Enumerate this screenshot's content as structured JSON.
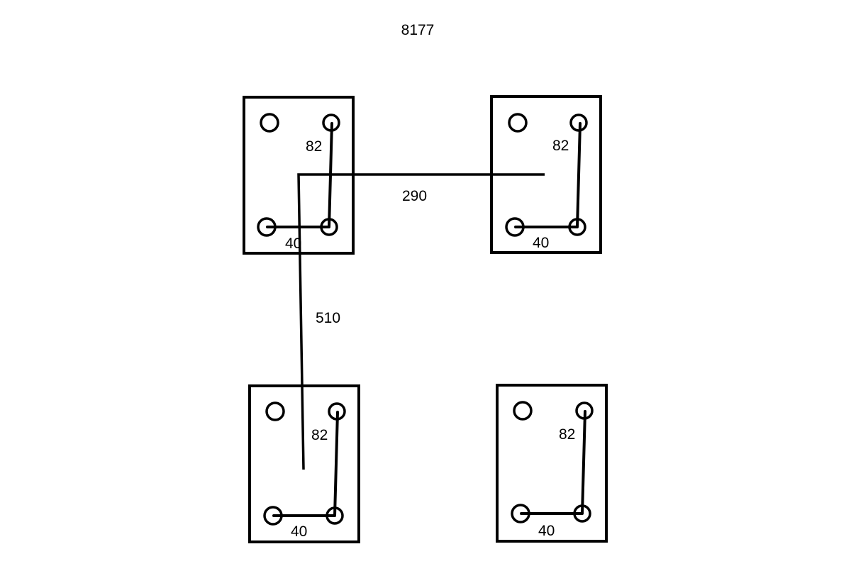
{
  "title": "8177",
  "modules": [
    {
      "vertical_label": "82",
      "horizontal_label": "40"
    },
    {
      "vertical_label": "82",
      "horizontal_label": "40"
    },
    {
      "vertical_label": "82",
      "horizontal_label": "40"
    },
    {
      "vertical_label": "82",
      "horizontal_label": "40"
    }
  ],
  "connections": {
    "horizontal_label": "290",
    "vertical_label": "510"
  },
  "colors": {
    "line": "#000000",
    "background": "#ffffff"
  }
}
